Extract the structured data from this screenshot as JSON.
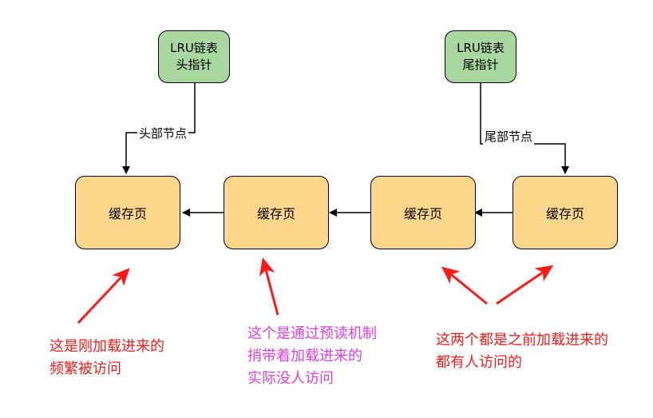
{
  "head_pointer": {
    "lines": [
      "LRU链表",
      "头指针"
    ]
  },
  "tail_pointer": {
    "lines": [
      "LRU链表",
      "尾指针"
    ]
  },
  "head_edge_label": "头部节点",
  "tail_edge_label": "尾部节点",
  "pages": [
    "缓存页",
    "缓存页",
    "缓存页",
    "缓存页"
  ],
  "annotations": {
    "frequent": [
      "这是刚加载进来的",
      "频繁被访问"
    ],
    "prefetch": [
      "这个是通过预读机制",
      "捎带着加载进来的",
      "实际没人访问"
    ],
    "accessed": [
      "这两个都是之前加载进来的",
      "都有人访问的"
    ]
  },
  "colors": {
    "pointer_fill": "#a8d8a0",
    "page_fill": "#fcd68a",
    "annotation_red": "#ff1a1a",
    "annotation_pink": "#e040e0"
  }
}
